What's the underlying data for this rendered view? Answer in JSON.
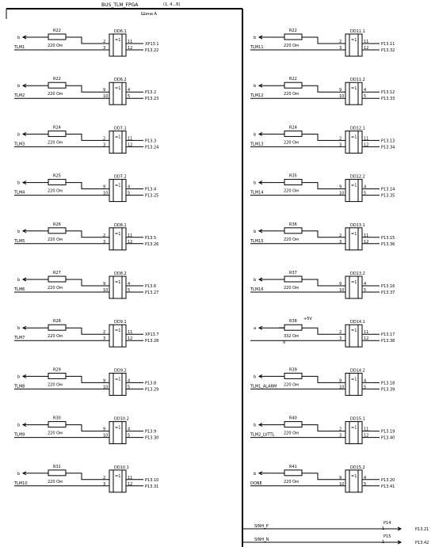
{
  "bus": {
    "name": "BUS_TLM_FPGA",
    "range": "(1, 4...6)",
    "label": "Шина А"
  },
  "left": [
    {
      "res": "R22",
      "val": "220 Ом",
      "chip": "DD6.1",
      "pins": [
        "2",
        "3"
      ],
      "outs": [
        "11",
        "12"
      ],
      "p": [
        "XP13.1",
        "P13.22"
      ],
      "net": "TLM1",
      "tag": "b"
    },
    {
      "res": "R22",
      "val": "220 Ом",
      "chip": "DD6.2",
      "pins": [
        "9",
        "10"
      ],
      "outs": [
        "4",
        "5"
      ],
      "p": [
        "P13.2",
        "P13.23"
      ],
      "net": "TLM2",
      "tag": "b"
    },
    {
      "res": "R24",
      "val": "220 Ом",
      "chip": "DD7.1",
      "pins": [
        "2",
        "3"
      ],
      "outs": [
        "11",
        "12"
      ],
      "p": [
        "P13.3",
        "P13.24"
      ],
      "net": "TLM3",
      "tag": "b"
    },
    {
      "res": "R25",
      "val": "220 Ом",
      "chip": "DD7.2",
      "pins": [
        "9",
        "10"
      ],
      "outs": [
        "4",
        "5"
      ],
      "p": [
        "P13.4",
        "P13.25"
      ],
      "net": "TLM4",
      "tag": "b"
    },
    {
      "res": "R26",
      "val": "220 Ом",
      "chip": "DD8.1",
      "pins": [
        "2",
        "3"
      ],
      "outs": [
        "11",
        "12"
      ],
      "p": [
        "P13.5",
        "P13.26"
      ],
      "net": "TLM5",
      "tag": "b"
    },
    {
      "res": "R27",
      "val": "220 Ом",
      "chip": "DD8.2",
      "pins": [
        "9",
        "10"
      ],
      "outs": [
        "4",
        "5"
      ],
      "p": [
        "P13.6",
        "P13.27"
      ],
      "net": "TLM6",
      "tag": "b"
    },
    {
      "res": "R28",
      "val": "220 Ом",
      "chip": "DD9.1",
      "pins": [
        "2",
        "3"
      ],
      "outs": [
        "11",
        "12"
      ],
      "p": [
        "XP13.7",
        "P13.28"
      ],
      "net": "TLM7",
      "tag": "b"
    },
    {
      "res": "R29",
      "val": "220 Ом",
      "chip": "DD9.2",
      "pins": [
        "9",
        "10"
      ],
      "outs": [
        "4",
        "5"
      ],
      "p": [
        "P13.8",
        "P13.29"
      ],
      "net": "TLM8",
      "tag": "b"
    },
    {
      "res": "R30",
      "val": "220 Ом",
      "chip": "DD10.2",
      "pins": [
        "9",
        "10"
      ],
      "outs": [
        "4",
        "5"
      ],
      "p": [
        "P13.9",
        "P13.30"
      ],
      "net": "TLM9",
      "tag": "b"
    },
    {
      "res": "R31",
      "val": "220 Ом",
      "chip": "DD10.1",
      "pins": [
        "2",
        "3"
      ],
      "outs": [
        "11",
        "12"
      ],
      "p": [
        "P13.10",
        "P13.31"
      ],
      "net": "TLM10",
      "tag": "b"
    }
  ],
  "right": [
    {
      "res": "R22",
      "val": "220 Ом",
      "chip": "DD11.1",
      "pins": [
        "2",
        "3"
      ],
      "outs": [
        "11",
        "12"
      ],
      "p": [
        "P13.11",
        "P13.32"
      ],
      "net": "TLM11",
      "tag": "b"
    },
    {
      "res": "R22",
      "val": "220 Ом",
      "chip": "DD11.2",
      "pins": [
        "9",
        "10"
      ],
      "outs": [
        "4",
        "5"
      ],
      "p": [
        "P13.12",
        "P13.33"
      ],
      "net": "TLM12",
      "tag": "b"
    },
    {
      "res": "R24",
      "val": "220 Ом",
      "chip": "DD12.1",
      "pins": [
        "2",
        "3"
      ],
      "outs": [
        "11",
        "12"
      ],
      "p": [
        "P13.13",
        "P13.34"
      ],
      "net": "TLM13",
      "tag": "b"
    },
    {
      "res": "R35",
      "val": "220 Ом",
      "chip": "DD12.2",
      "pins": [
        "9",
        "10"
      ],
      "outs": [
        "4",
        "5"
      ],
      "p": [
        "P13.14",
        "P13.35"
      ],
      "net": "TLM14",
      "tag": "b"
    },
    {
      "res": "R36",
      "val": "220 Ом",
      "chip": "DD13.1",
      "pins": [
        "2",
        "3"
      ],
      "outs": [
        "11",
        "12"
      ],
      "p": [
        "P13.15",
        "P13.36"
      ],
      "net": "TLM15",
      "tag": "b"
    },
    {
      "res": "R37",
      "val": "220 Ом",
      "chip": "DD13.2",
      "pins": [
        "9",
        "10"
      ],
      "outs": [
        "4",
        "5"
      ],
      "p": [
        "P13.16",
        "P13.37"
      ],
      "net": "TLM16",
      "tag": "b"
    },
    {
      "res": "R38",
      "val": "332 Ом",
      "chip": "DD14.1",
      "pins": [
        "2",
        "3"
      ],
      "outs": [
        "11",
        "12"
      ],
      "p": [
        "P13.17",
        "P13.38"
      ],
      "net": "",
      "tag": "a",
      "supply": "+5V",
      "gnd": "g"
    },
    {
      "res": "R39",
      "val": "220 Ом",
      "chip": "DD14.2",
      "pins": [
        "9",
        "10"
      ],
      "outs": [
        "4",
        "5"
      ],
      "p": [
        "P13.18",
        "P13.39"
      ],
      "net": "TLM1_ALARM",
      "tag": "b"
    },
    {
      "res": "R40",
      "val": "220 Ом",
      "chip": "DD15.1",
      "pins": [
        "2",
        "3"
      ],
      "outs": [
        "11",
        "12"
      ],
      "p": [
        "P13.19",
        "P13.40"
      ],
      "net": "TLM2_LVTTL",
      "tag": "b"
    },
    {
      "res": "R41",
      "val": "220 Ом",
      "chip": "DD15.2",
      "pins": [
        "9",
        "10"
      ],
      "outs": [
        "4",
        "5"
      ],
      "p": [
        "P13.20",
        "P13.41"
      ],
      "net": "DONE",
      "tag": "b"
    }
  ],
  "sync": [
    {
      "net": "SINH_P",
      "conn": "P14",
      "pin": "1",
      "label": "P13.21"
    },
    {
      "net": "SINH_N",
      "conn": "P15",
      "pin": "1",
      "label": "P13.42"
    }
  ],
  "gate_symbol": "=1"
}
